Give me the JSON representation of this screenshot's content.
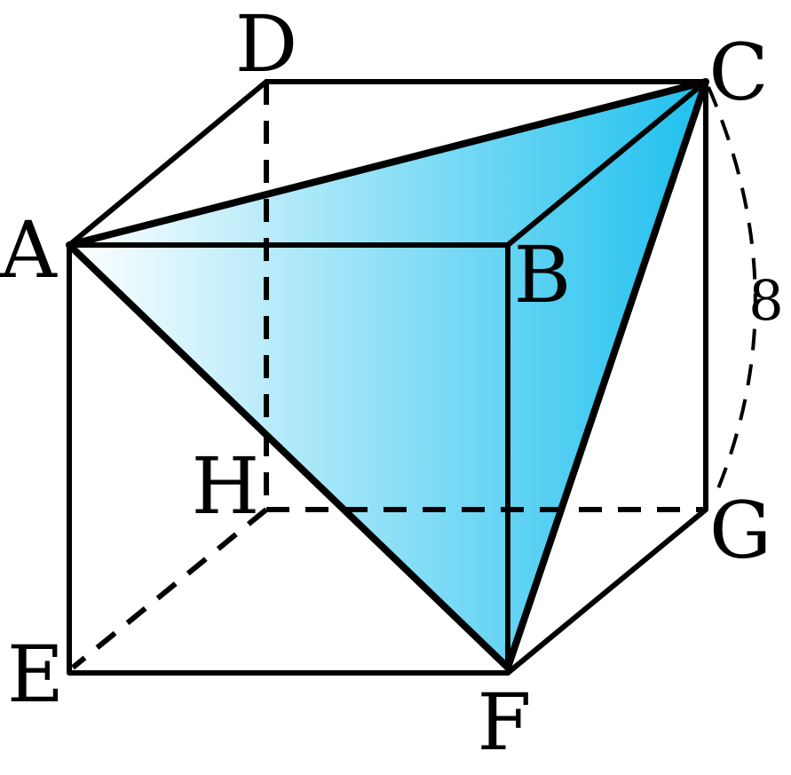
{
  "figure": {
    "shape": "cube",
    "highlighted_triangle": [
      "A",
      "C",
      "F"
    ],
    "fill_gradient": {
      "from": "#ffffff",
      "to": "#1ec0ee"
    },
    "edge_color": "#000000"
  },
  "vertices": {
    "A": "A",
    "B": "B",
    "C": "C",
    "D": "D",
    "E": "E",
    "F": "F",
    "G": "G",
    "H": "H"
  },
  "measurement": {
    "edge": "CG",
    "value": "8"
  }
}
